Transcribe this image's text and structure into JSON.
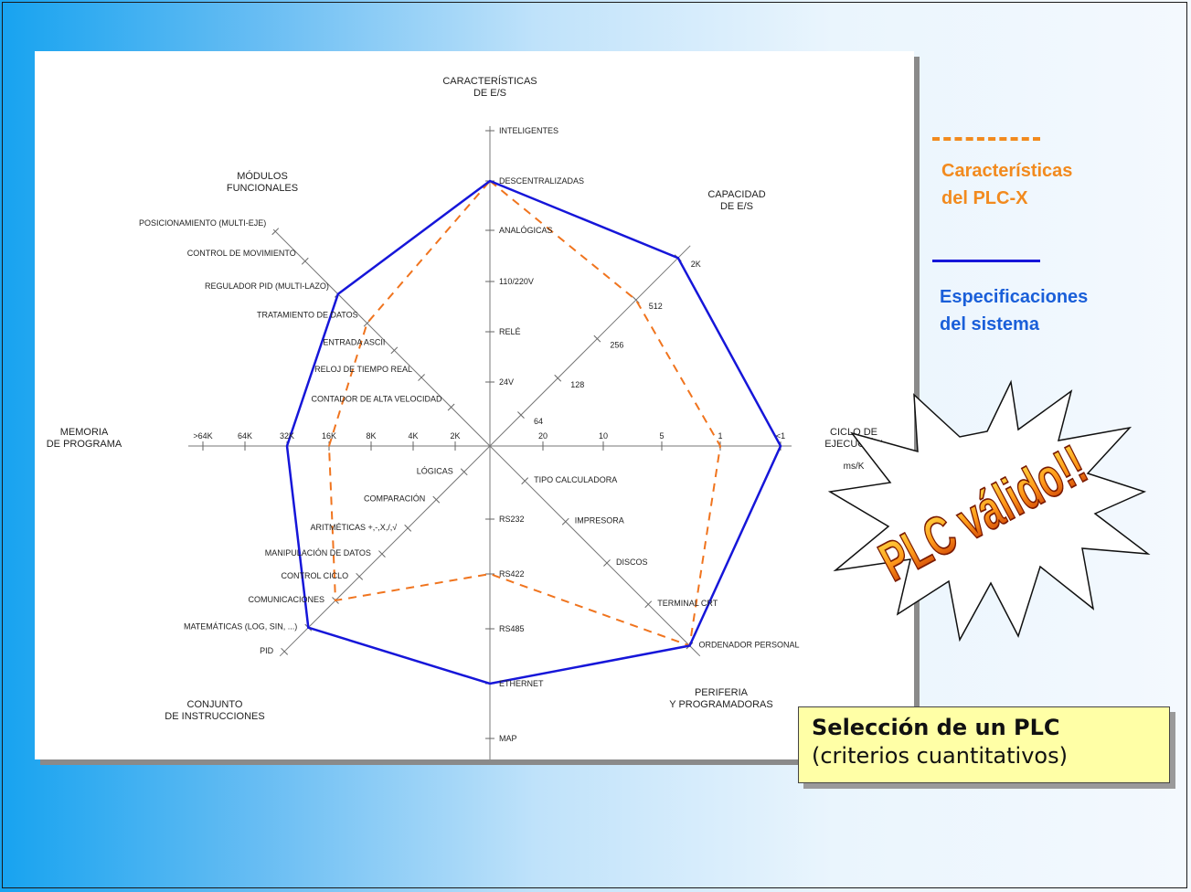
{
  "diagram": {
    "axes": [
      {
        "name": "caracteristicas-es",
        "title": [
          "CARACTERÍSTICAS",
          "DE E/S"
        ],
        "ticks": [
          "INTELIGENTES",
          "DESCENTRALIZADAS",
          "ANALÓGICAS",
          "110/220V",
          "RELÉ",
          "24V"
        ]
      },
      {
        "name": "capacidad-es",
        "title": [
          "CAPACIDAD",
          "DE E/S"
        ],
        "ticks": [
          "2K",
          "512",
          "256",
          "128",
          "64"
        ]
      },
      {
        "name": "ciclo-ejecucion",
        "title": [
          "CICLO DE",
          "EJECUCIÓN"
        ],
        "unit": "ms/K",
        "ticks": [
          "<1",
          "1",
          "5",
          "10",
          "20"
        ]
      },
      {
        "name": "periferia",
        "title": [
          "PERIFERIA",
          "Y PROGRAMADORAS"
        ],
        "ticks": [
          "TIPO CALCULADORA",
          "IMPRESORA",
          "DISCOS",
          "TERMINAL CRT",
          "ORDENADOR PERSONAL"
        ]
      },
      {
        "name": "comunicaciones",
        "title": [
          "COMUNICACIONES"
        ],
        "ticks": [
          "RS232",
          "RS422",
          "RS485",
          "ETHERNET",
          "MAP"
        ]
      },
      {
        "name": "conjunto-instrucciones",
        "title": [
          "CONJUNTO",
          "DE INSTRUCCIONES"
        ],
        "ticks": [
          "LÓGICAS",
          "COMPARACIÓN",
          "ARITMÉTICAS +,-,X,/,√",
          "MANIPULACIÓN DE DATOS",
          "CONTROL CICLO",
          "COMUNICACIONES",
          "MATEMÁTICAS (LOG, SIN, ...)",
          "PID"
        ]
      },
      {
        "name": "memoria-programa",
        "title": [
          "MEMORIA",
          "DE PROGRAMA"
        ],
        "ticks": [
          ">64K",
          "64K",
          "32K",
          "16K",
          "8K",
          "4K",
          "2K"
        ]
      },
      {
        "name": "modulos-funcionales",
        "title": [
          "MÓDULOS",
          "FUNCIONALES"
        ],
        "ticks": [
          "POSICIONAMIENTO (MULTI-EJE)",
          "CONTROL DE MOVIMIENTO",
          "REGULADOR PID (MULTI-LAZO)",
          "TRATAMIENTO DE DATOS",
          "ENTRADA ASCII",
          "RELOJ DE TIEMPO REAL",
          "CONTADOR DE ALTA VELOCIDAD"
        ]
      }
    ],
    "series": [
      {
        "name": "Características del PLC-X",
        "color": "#f0741e",
        "style": "dashed",
        "values": [
          "DESCENTRALIZADAS",
          "512",
          "1",
          "ORDENADOR PERSONAL",
          "RS422",
          "COMUNICACIONES",
          "16K",
          "TRATAMIENTO DE DATOS"
        ]
      },
      {
        "name": "Especificaciones del sistema",
        "color": "#1616d9",
        "style": "solid",
        "values": [
          "DESCENTRALIZADAS",
          "2K",
          "<1",
          "ORDENADOR PERSONAL",
          "ETHERNET",
          "MATEMÁTICAS (LOG, SIN, ...)",
          "32K",
          "REGULADOR PID (MULTI-LAZO)"
        ]
      }
    ]
  },
  "legend": {
    "orange_label": "Características\ndel PLC-X",
    "blue_label": "Especificaciones\ndel sistema",
    "orange_color": "#f28a1e",
    "blue_color": "#1616d9"
  },
  "burst": {
    "text": "PLC válido!!"
  },
  "caption": {
    "title": "Selección de un PLC",
    "subtitle": "(criterios cuantitativos)"
  }
}
